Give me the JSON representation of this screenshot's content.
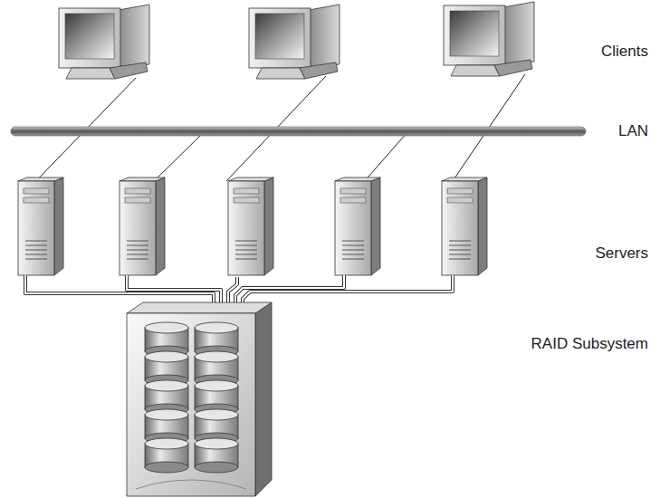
{
  "diagram": {
    "labels": [
      "Clients",
      "LAN",
      "Servers",
      "RAID Subsystem"
    ]
  }
}
